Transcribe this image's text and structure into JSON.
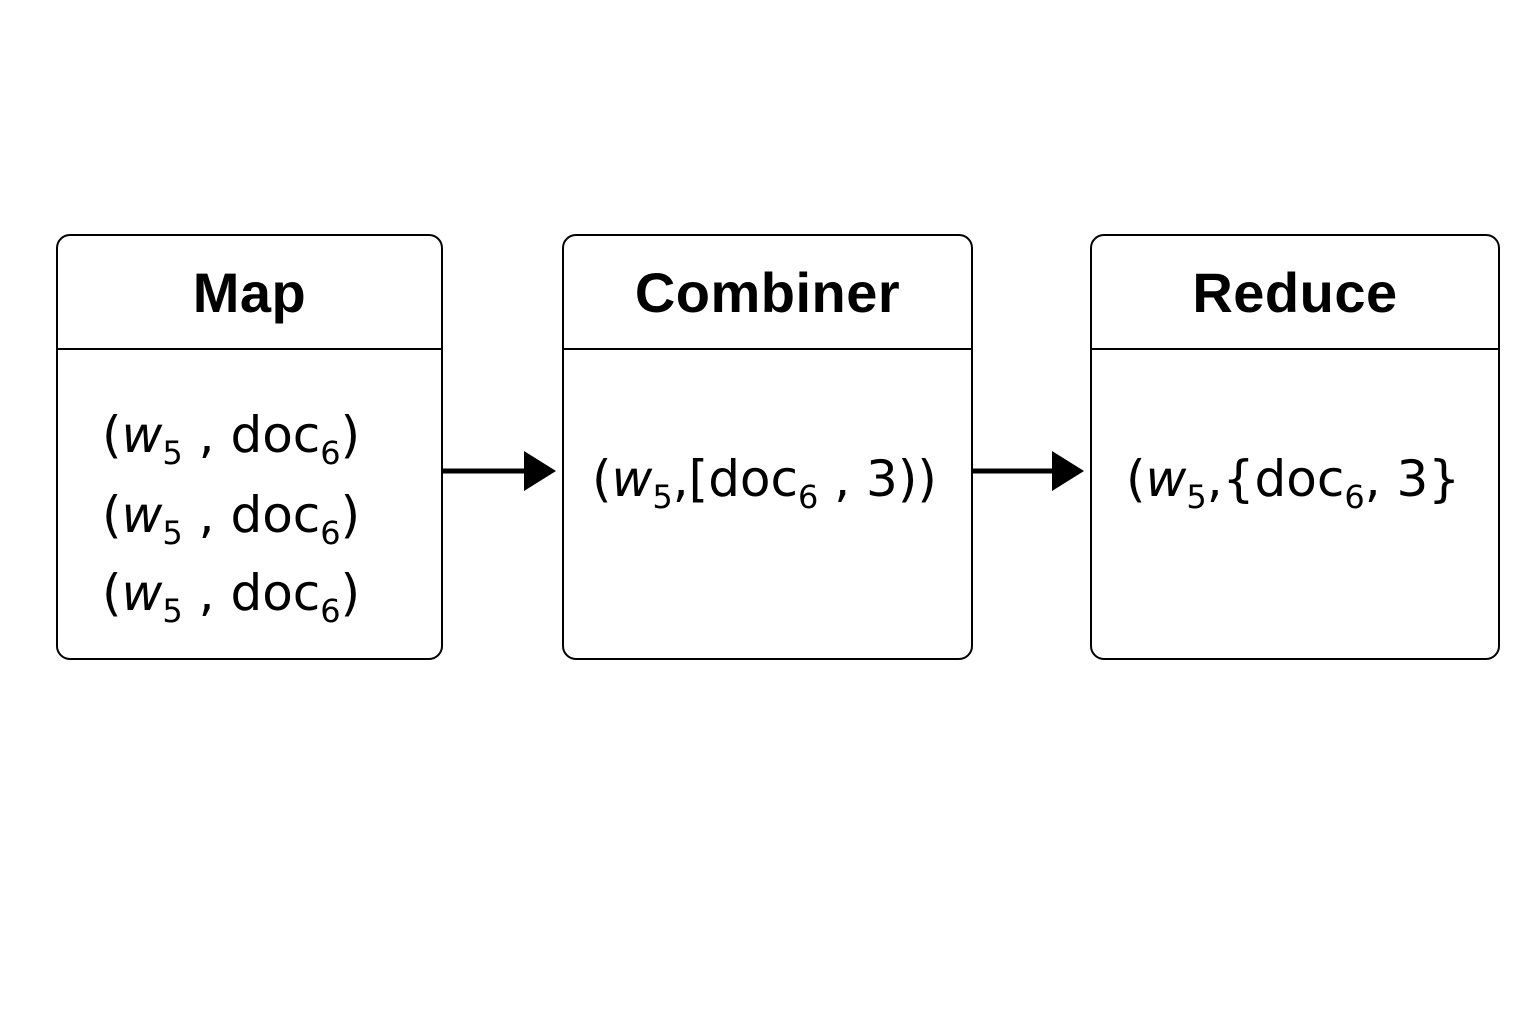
{
  "stages": {
    "map": {
      "title": "Map",
      "rows": [
        {
          "open": "(",
          "var": "w",
          "var_sub": "5",
          "sep": " , ",
          "doc": "doc",
          "doc_sub": "6",
          "close": ")"
        },
        {
          "open": "(",
          "var": "w",
          "var_sub": "5",
          "sep": " , ",
          "doc": "doc",
          "doc_sub": "6",
          "close": ")"
        },
        {
          "open": "(",
          "var": "w",
          "var_sub": "5",
          "sep": " , ",
          "doc": "doc",
          "doc_sub": "6",
          "close": ")"
        }
      ]
    },
    "combiner": {
      "title": "Combiner",
      "tuple": {
        "open": "(",
        "var": "w",
        "var_sub": "5",
        "mid": ",[",
        "doc": "doc",
        "doc_sub": "6",
        "tail": " , 3))"
      }
    },
    "reduce": {
      "title": "Reduce",
      "tuple": {
        "open": "(",
        "var": "w",
        "var_sub": "5",
        "mid": ",{",
        "doc": "doc",
        "doc_sub": "6",
        "tail": ", 3}"
      }
    }
  },
  "colors": {
    "stroke": "#000000",
    "background": "#ffffff"
  }
}
